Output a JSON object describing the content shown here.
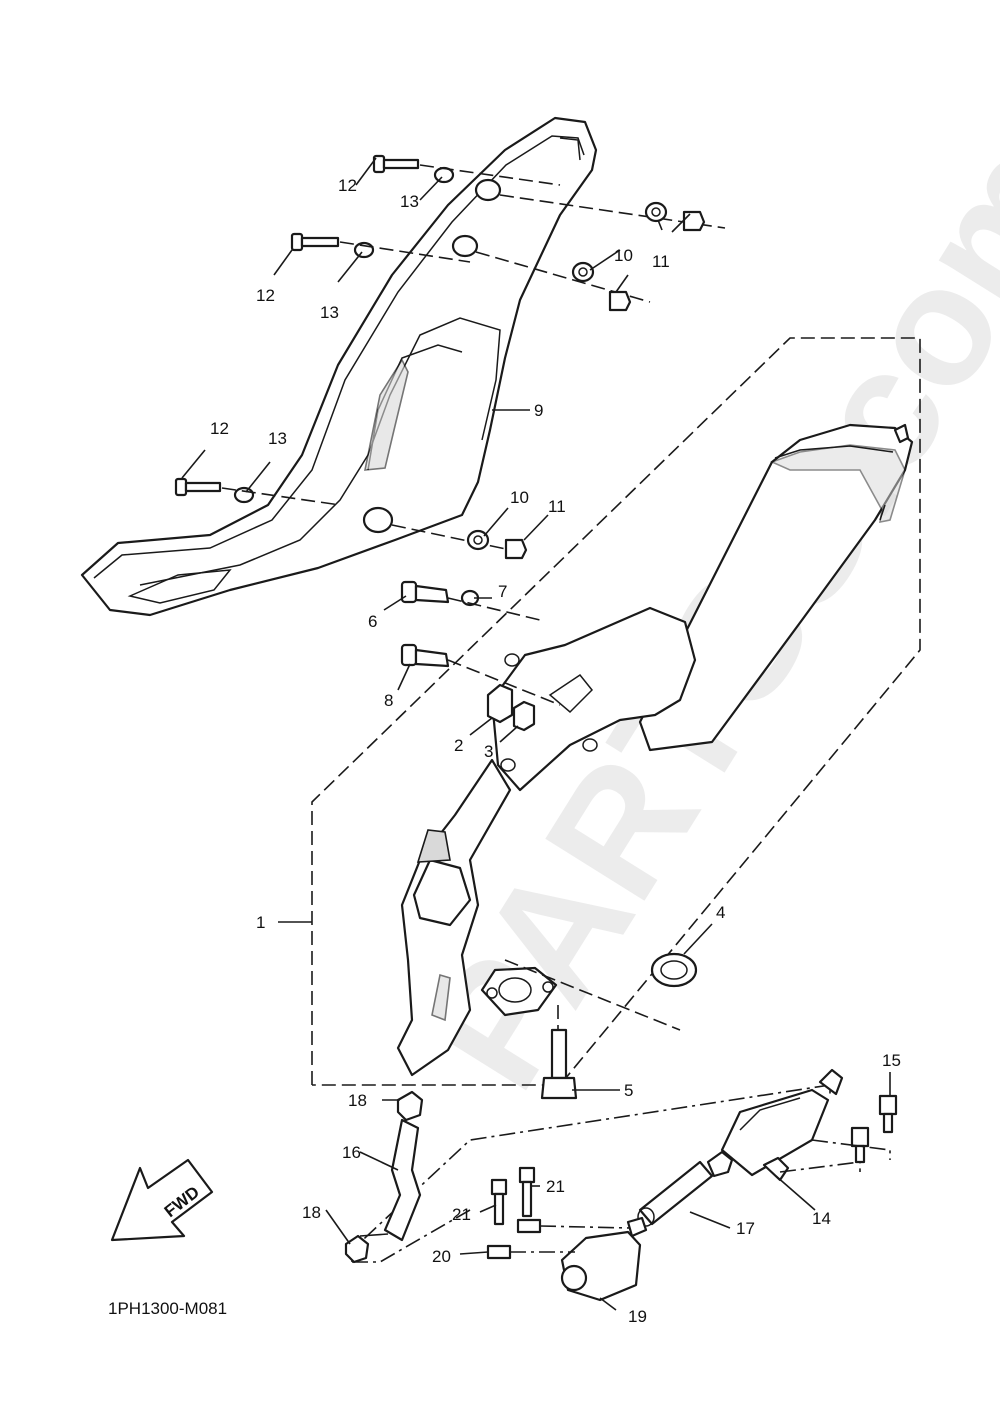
{
  "diagram_code": "1PH1300-M081",
  "direction_label": "FWD",
  "watermark": "PARTSS.com",
  "callouts": {
    "p1": "1",
    "p2": "2",
    "p3": "3",
    "p4": "4",
    "p5": "5",
    "p6": "6",
    "p7": "7",
    "p8": "8",
    "p9": "9",
    "p10a": "10",
    "p10b": "10",
    "p11a": "11",
    "p11b": "11",
    "p12a": "12",
    "p12b": "12",
    "p12c": "12",
    "p13a": "13",
    "p13b": "13",
    "p13c": "13",
    "p14": "14",
    "p15": "15",
    "p16": "16",
    "p17": "17",
    "p18a": "18",
    "p18b": "18",
    "p19": "19",
    "p20": "20",
    "p21a": "21",
    "p21b": "21"
  }
}
